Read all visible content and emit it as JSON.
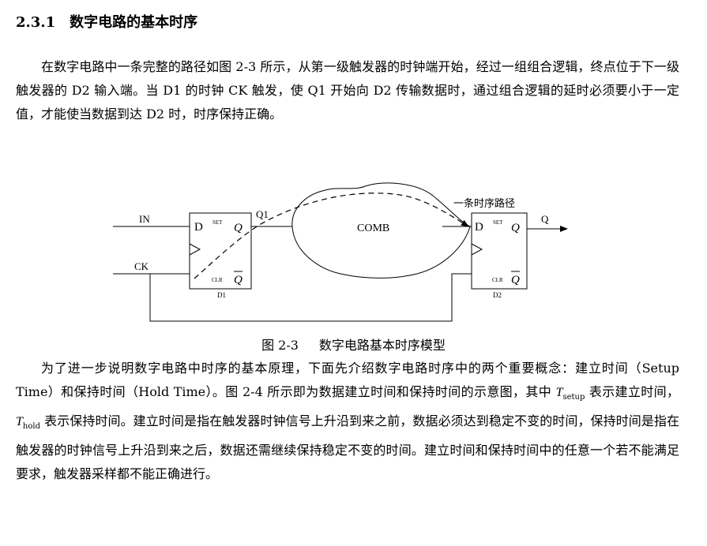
{
  "section": {
    "number": "2.3.1",
    "title": "数字电路的基本时序"
  },
  "paragraph1": "在数字电路中一条完整的路径如图 2-3 所示，从第一级触发器的时钟端开始，经过一组组合逻辑，终点位于下一级触发器的 D2 输入端。当 D1 的时钟 CK 触发，使 Q1 开始向 D2 传输数据时，通过组合逻辑的延时必须要小于一定值，才能使当数据到达 D2 时，时序保持正确。",
  "figure": {
    "in_label": "IN",
    "ck_label": "CK",
    "q1_label": "Q1",
    "q_label": "Q",
    "comb_label": "COMB",
    "path_label": "一条时序路径",
    "ff1": {
      "d": "D",
      "set": "SET",
      "q": "Q",
      "clr": "CLR",
      "qbar": "Q",
      "name": "D1"
    },
    "ff2": {
      "d": "D",
      "set": "SET",
      "q": "Q",
      "clr": "CLR",
      "qbar": "Q",
      "name": "D2"
    }
  },
  "caption": {
    "number": "图 2-3",
    "title": "数字电路基本时序模型"
  },
  "paragraph2": {
    "part1": "为了进一步说明数字电路中时序的基本原理，下面先介绍数字电路时序中的两个重要概念：建立时间（Setup Time）和保持时间（Hold Time）。图 2-4 所示即为数据建立时间和保持时间的示意图，其中 ",
    "t1": "T",
    "t1_sub": "setup",
    "part2": " 表示建立时间，",
    "t2": "T",
    "t2_sub": "hold",
    "part3": " 表示保持时间。建立时间是指在触发器时钟信号上升沿到来之前，数据必须达到稳定不变的时间，保持时间是指在触发器的时钟信号上升沿到来之后，数据还需继续保持稳定不变的时间。建立时间和保持时间中的任意一个若不能满足要求，触发器采样都不能正确进行。"
  }
}
